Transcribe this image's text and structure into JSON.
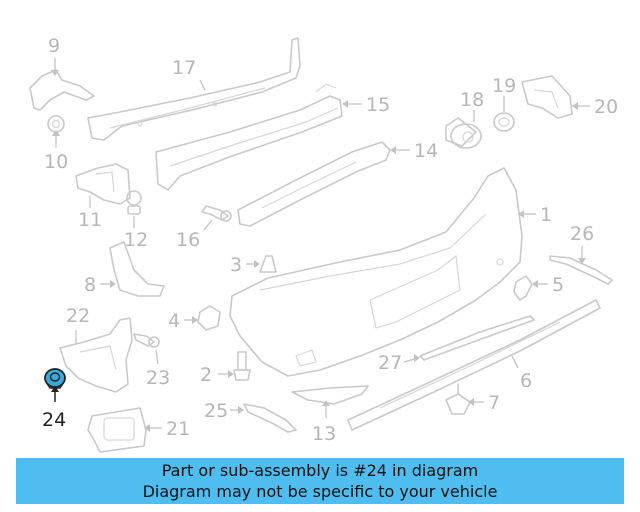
{
  "diagram": {
    "callouts": {
      "c1": "1",
      "c2": "2",
      "c3": "3",
      "c4": "4",
      "c5": "5",
      "c6": "6",
      "c7": "7",
      "c8": "8",
      "c9": "9",
      "c10": "10",
      "c11": "11",
      "c12": "12",
      "c13": "13",
      "c14": "14",
      "c15": "15",
      "c16": "16",
      "c17": "17",
      "c18": "18",
      "c19": "19",
      "c20": "20",
      "c21": "21",
      "c22": "22",
      "c23": "23",
      "c24": "24",
      "c25": "25",
      "c26": "26",
      "c27": "27"
    },
    "highlighted_part": "24",
    "colors": {
      "line": "#c9c9c9",
      "highlight": "#222222",
      "highlight_fill": "#3aa8d8",
      "banner": "#4fbdf0"
    }
  },
  "banner": {
    "line1": "Part or sub-assembly is #24 in diagram",
    "line2": "Diagram may not be specific to your vehicle"
  }
}
